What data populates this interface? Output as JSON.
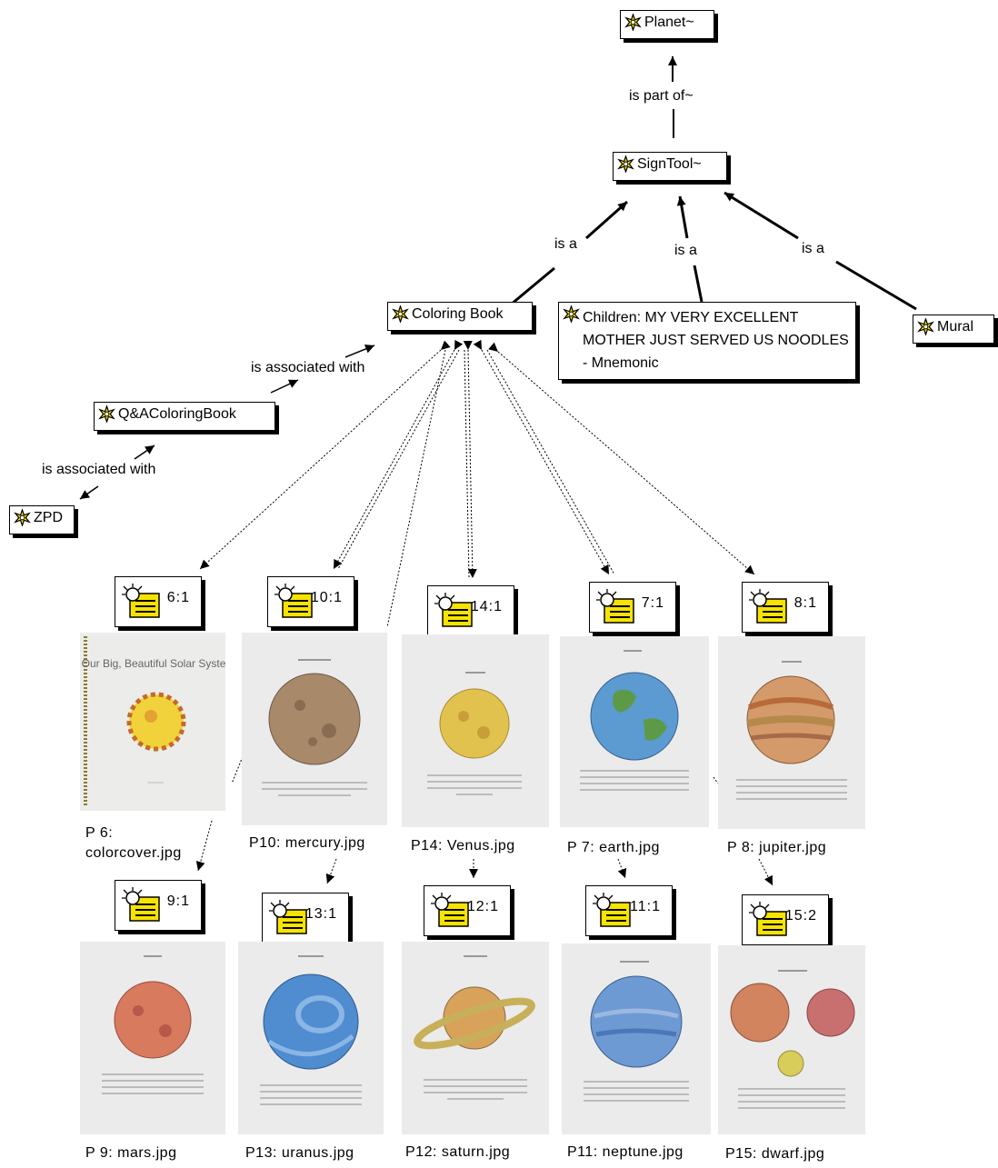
{
  "concepts": {
    "planet": "Planet~",
    "signtool": "SignTool~",
    "coloring_book": "Coloring Book",
    "children": "Children:   MY VERY EXCELLENT MOTHER JUST SERVED US NOODLES - Mnemonic",
    "mural": "Mural",
    "qa_coloring_book": "Q&AColoringBook",
    "zpd": "ZPD"
  },
  "links": {
    "is_part_of": "is part of~",
    "is_a_1": "is a",
    "is_a_2": "is a",
    "is_a_3": "is a",
    "assoc_1": "is associated with",
    "assoc_2": "is associated with"
  },
  "notes": [
    "6:1",
    "10:1",
    "14:1",
    "7:1",
    "8:1",
    "9:1",
    "13:1",
    "12:1",
    "11:1",
    "15:2"
  ],
  "photos": [
    {
      "caption": "P 6: colorcover.jpg",
      "page_title": "Our Big, Beautiful Solar System",
      "planet_color": "#f2d23a"
    },
    {
      "caption": "P10: mercury.jpg",
      "page_title": "",
      "planet_color": "#a8896a"
    },
    {
      "caption": "P14: Venus.jpg",
      "page_title": "",
      "planet_color": "#e2c24e"
    },
    {
      "caption": "P 7: earth.jpg",
      "page_title": "",
      "planet_color": "#5c9ad2"
    },
    {
      "caption": "P 8: jupiter.jpg",
      "page_title": "",
      "planet_color": "#d49a6a"
    },
    {
      "caption": "P 9: mars.jpg",
      "page_title": "",
      "planet_color": "#d87a5e"
    },
    {
      "caption": "P13: uranus.jpg",
      "page_title": "",
      "planet_color": "#4f8cd0"
    },
    {
      "caption": "P12: saturn.jpg",
      "page_title": "",
      "planet_color": "#d8a25a"
    },
    {
      "caption": "P11: neptune.jpg",
      "page_title": "",
      "planet_color": "#6e9ad4"
    },
    {
      "caption": "P15: dwarf.jpg",
      "page_title": "",
      "planet_color": "#d2845e"
    }
  ],
  "icons": {
    "concept": "concept-star-icon",
    "note": "note-pad-icon"
  },
  "colors": {
    "icon_yellow": "#f7e300",
    "line": "#000000",
    "page_bg": "#ebebeb"
  }
}
